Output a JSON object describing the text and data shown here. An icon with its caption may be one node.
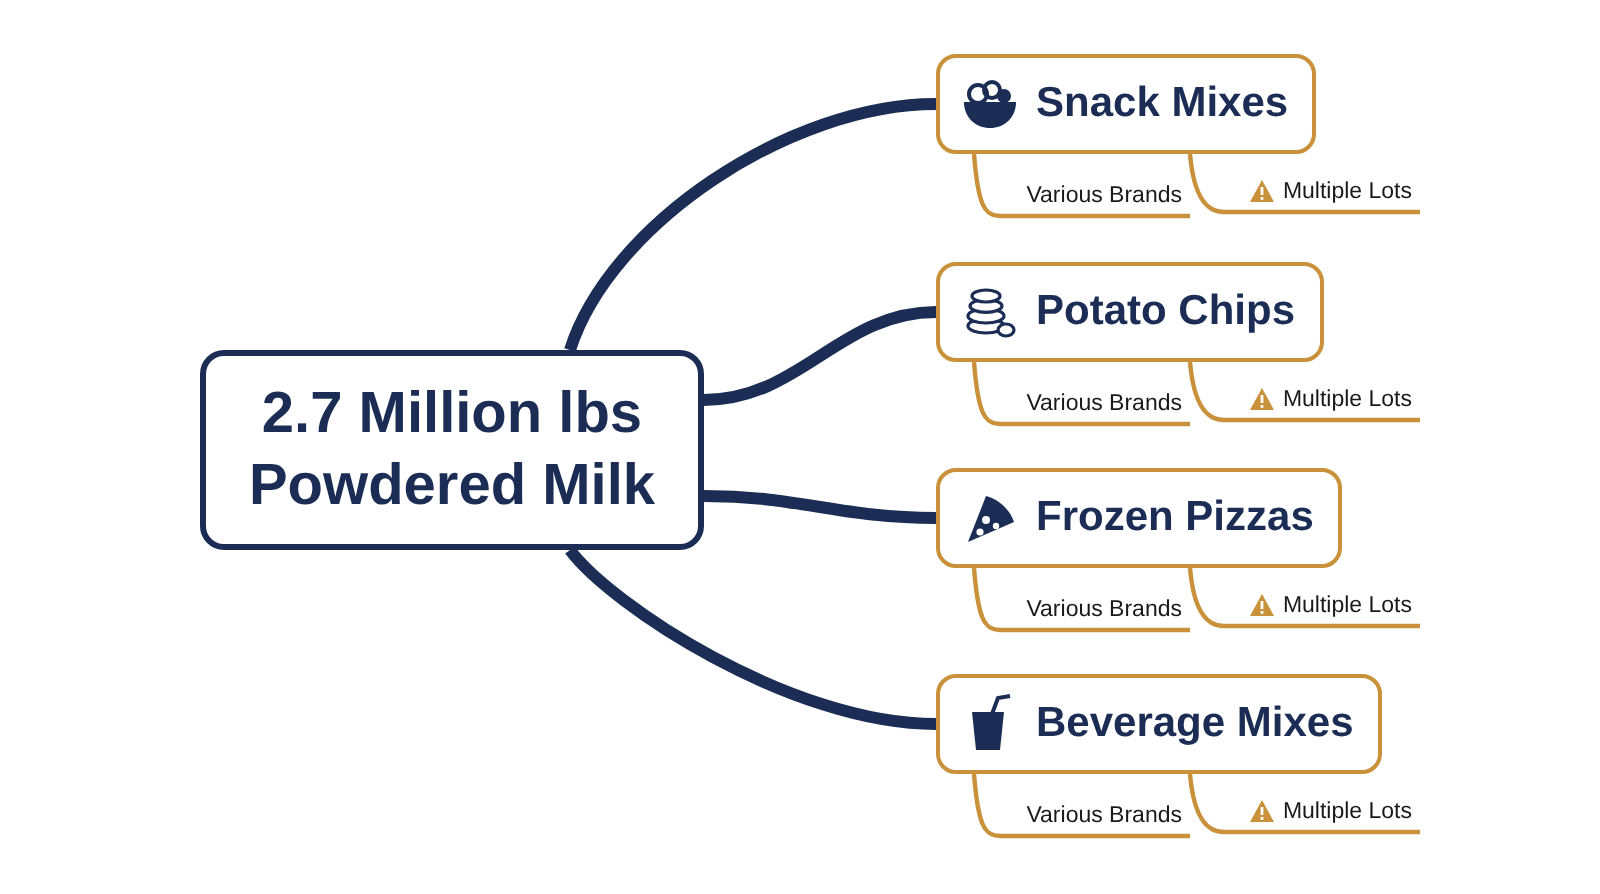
{
  "diagram": {
    "nodes": [
      {
        "text": [
          "2.7 Million lbs Powdered Milk"
        ]
      },
      {
        "text": [
          "Snack Mixes"
        ]
      },
      {
        "text": [
          "Various Brands"
        ]
      },
      {
        "text": [
          "Multiple Lots"
        ]
      },
      {
        "text": [
          "Potato Chips"
        ]
      },
      {
        "text": [
          "Various Brands"
        ]
      },
      {
        "text": [
          "Multiple Lots"
        ]
      },
      {
        "text": [
          "Frozen Pizzas"
        ]
      },
      {
        "text": [
          "Various Brands"
        ]
      },
      {
        "text": [
          "Multiple Lots"
        ]
      },
      {
        "text": [
          "Beverage Mixes"
        ]
      },
      {
        "text": [
          "Various Brands"
        ]
      },
      {
        "text": [
          "Multiple Lots"
        ]
      }
    ],
    "edges": [
      {
        "from": 0,
        "to": 1,
        "arrow": "none",
        "style": "thick",
        "color": "#1b2d55"
      },
      {
        "from": 0,
        "to": 4,
        "arrow": "none",
        "style": "thick",
        "color": "#1b2d55"
      },
      {
        "from": 0,
        "to": 7,
        "arrow": "none",
        "style": "thick",
        "color": "#1b2d55"
      },
      {
        "from": 0,
        "to": 10,
        "arrow": "none",
        "style": "thick",
        "color": "#1b2d55"
      },
      {
        "from": 1,
        "to": 2,
        "arrow": "none"
      },
      {
        "from": 1,
        "to": 3,
        "arrow": "none"
      },
      {
        "from": 4,
        "to": 5,
        "arrow": "none"
      },
      {
        "from": 4,
        "to": 6,
        "arrow": "none"
      },
      {
        "from": 7,
        "to": 8,
        "arrow": "none"
      },
      {
        "from": 7,
        "to": 9,
        "arrow": "none"
      },
      {
        "from": 10,
        "to": 11,
        "arrow": "none"
      },
      {
        "from": 10,
        "to": 12,
        "arrow": "none"
      }
    ]
  }
}
